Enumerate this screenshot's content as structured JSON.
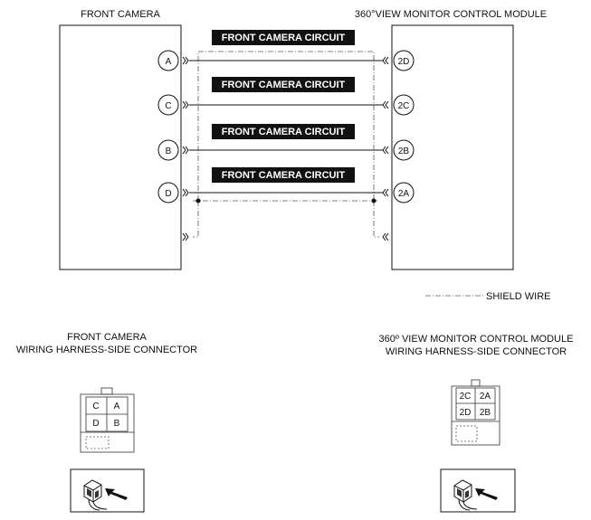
{
  "diagram": {
    "front_camera_label": "FRONT CAMERA",
    "module_label": "360°VIEW MONITOR CONTROL MODULE",
    "circuits": [
      {
        "banner": "FRONT CAMERA CIRCUIT",
        "from_pin": "A",
        "to_pin": "2D"
      },
      {
        "banner": "FRONT CAMERA CIRCUIT",
        "from_pin": "C",
        "to_pin": "2C"
      },
      {
        "banner": "FRONT CAMERA CIRCUIT",
        "from_pin": "B",
        "to_pin": "2B"
      },
      {
        "banner": "FRONT CAMERA CIRCUIT",
        "from_pin": "D",
        "to_pin": "2A"
      }
    ],
    "legend": "SHIELD WIRE"
  },
  "connectors": {
    "front": {
      "title_line1": "FRONT CAMERA",
      "title_line2": "WIRING HARNESS-SIDE CONNECTOR",
      "cells": [
        "C",
        "A",
        "D",
        "B"
      ]
    },
    "module": {
      "title_line1": "360º VIEW MONITOR CONTROL MODULE",
      "title_line2": "WIRING HARNESS-SIDE CONNECTOR",
      "cells": [
        "2C",
        "2A",
        "2D",
        "2B"
      ]
    }
  }
}
